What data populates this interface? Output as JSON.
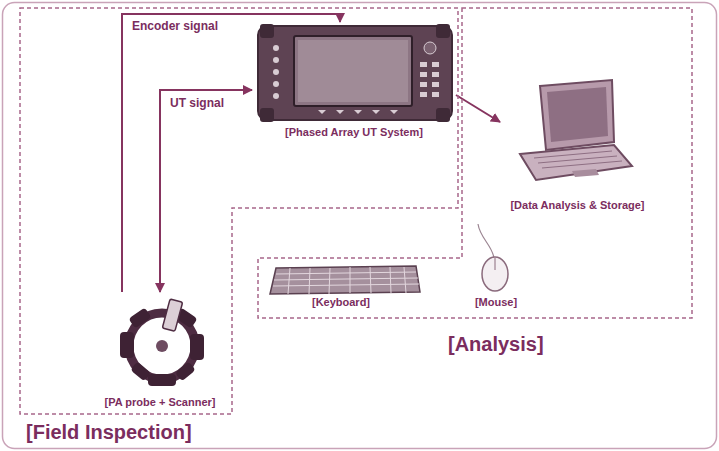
{
  "diagram": {
    "nodes": [
      {
        "text": [
          "[Field Inspection]"
        ]
      },
      {
        "text": [
          "[PA probe + Scanner]"
        ],
        "in": 0
      },
      {
        "text": [
          "[Phased Array UT System]"
        ],
        "in": 0
      },
      {
        "text": [
          "[Analysis]"
        ]
      },
      {
        "text": [
          "[Data Analysis & Storage]"
        ],
        "in": 3
      },
      {
        "text": [
          "[Keyboard]"
        ],
        "in": 3
      },
      {
        "text": [
          "[Mouse]"
        ],
        "in": 3
      }
    ],
    "edges": [
      {
        "from": 1,
        "to": 2,
        "label": "Encoder signal",
        "arrow": "to"
      },
      {
        "from": 1,
        "to": 2,
        "label": "UT signal",
        "arrow": "both"
      },
      {
        "from": 2,
        "to": 4,
        "arrow": "to"
      }
    ]
  }
}
